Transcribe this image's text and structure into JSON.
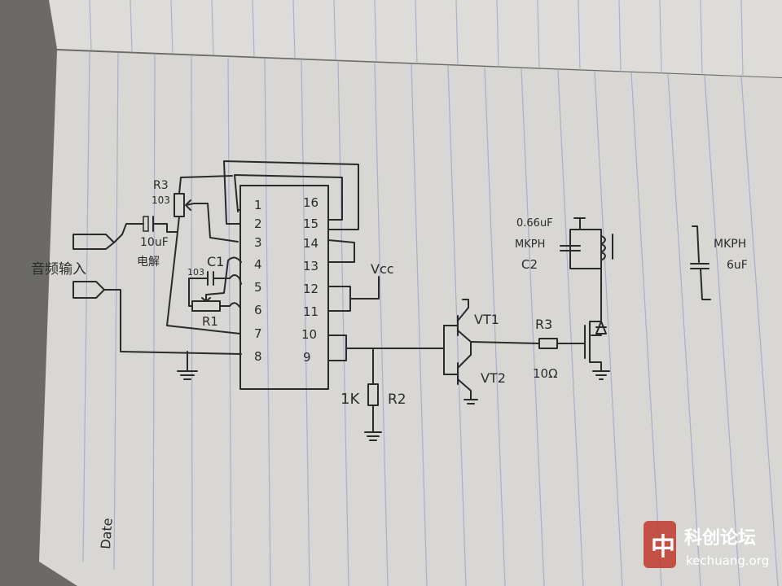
{
  "ic": {
    "left_pins": [
      "1",
      "2",
      "3",
      "4",
      "5",
      "6",
      "7",
      "8"
    ],
    "right_pins": [
      "16",
      "15",
      "14",
      "13",
      "12",
      "11",
      "10",
      "9"
    ]
  },
  "labels": {
    "r3": "R3",
    "r3_value": "103",
    "cap_input": "10uF",
    "cap_input_type": "电解",
    "audio_input": "音频输入",
    "c1": "C1",
    "c1_value": "103",
    "r1": "R1",
    "vcc": "Vcc",
    "vt1": "VT1",
    "vt2": "VT2",
    "r2_value": "1K",
    "r2": "R2",
    "r3_load": "R3",
    "r3_load_value": "10Ω",
    "c2_value": "0.66uF",
    "c2_type": "MKPH",
    "c2": "C2",
    "cap_right_type": "MKPH",
    "cap_right_value": "6uF",
    "date": "Date"
  },
  "watermark": {
    "text_cn": "科创论坛",
    "text_en": "kechuang.org",
    "color": "#c0392b"
  }
}
